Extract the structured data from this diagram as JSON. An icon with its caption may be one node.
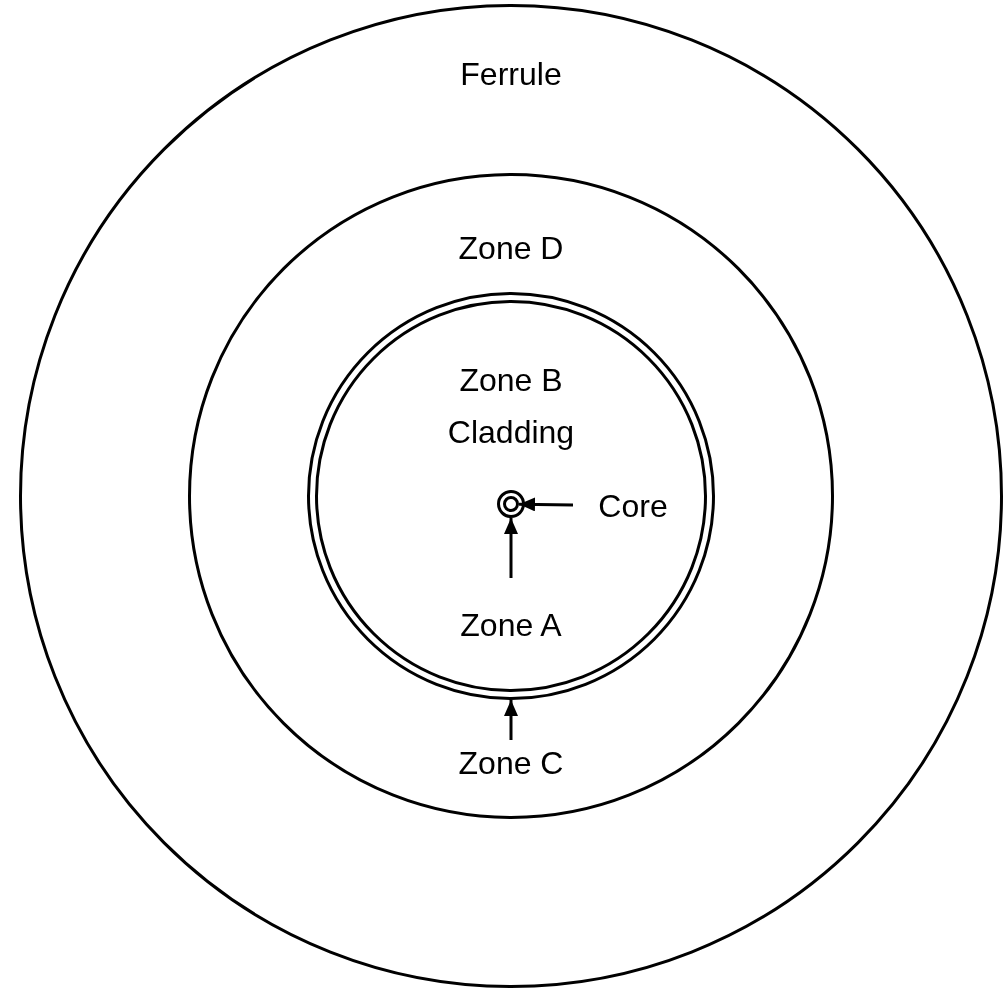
{
  "diagram": {
    "nodes": [
      {
        "text": [
          "Ferrule"
        ]
      },
      {
        "text": [
          "Zone D"
        ],
        "in": 0
      },
      {
        "text": [],
        "shape": "circle",
        "in": 1
      },
      {
        "text": [
          "Zone B",
          "Cladding"
        ],
        "in": 2
      },
      {
        "text": [],
        "shape": "circle",
        "in": 3
      },
      {
        "text": [],
        "shape": "circle",
        "in": 4
      },
      {
        "text": [
          "Core"
        ],
        "in": 3
      },
      {
        "text": [
          "Zone A"
        ],
        "in": 3
      },
      {
        "text": [
          "Zone C"
        ],
        "in": 1
      }
    ],
    "edges": [
      {
        "from": 6,
        "to": 5,
        "arrow": "to"
      },
      {
        "from": 7,
        "to": 4,
        "arrow": "to"
      },
      {
        "from": 8,
        "to": 2,
        "arrow": "to"
      }
    ]
  }
}
